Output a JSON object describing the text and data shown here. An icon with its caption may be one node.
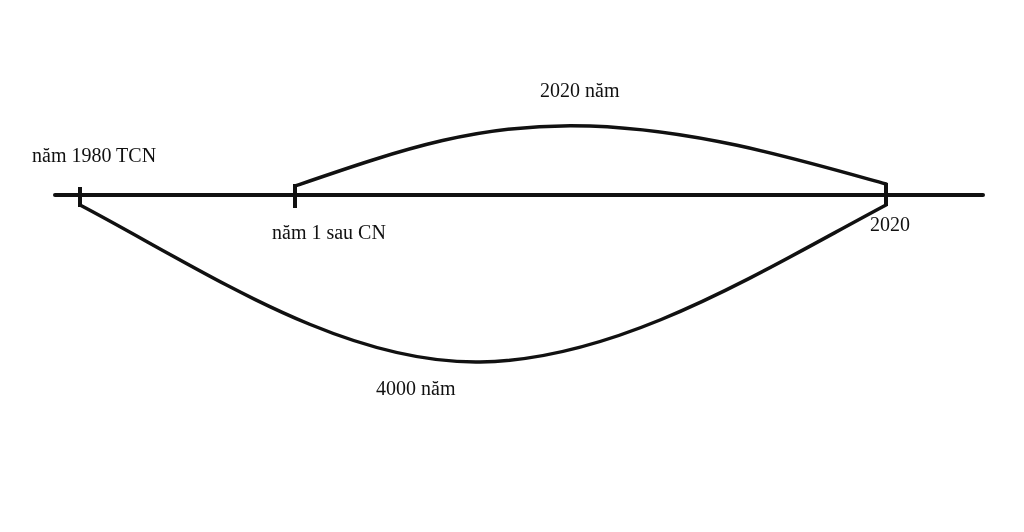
{
  "diagram": {
    "labels": [
      "2020 năm",
      "năm 1980 TCN",
      "năm 1 sau CN",
      "2020",
      "4000 năm"
    ]
  }
}
